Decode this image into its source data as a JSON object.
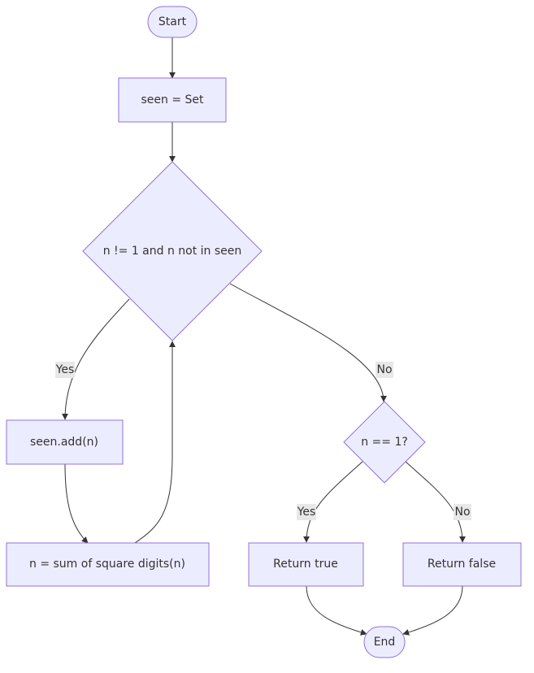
{
  "diagram": {
    "colors": {
      "node_fill": "#ececff",
      "node_stroke": "#9370db",
      "edge_stroke": "#333333",
      "text": "#333333",
      "edge_label_bg": "#e8e8e8"
    },
    "nodes": {
      "start": {
        "label": "Start",
        "shape": "stadium"
      },
      "init_set": {
        "label": "seen = Set",
        "shape": "rectangle"
      },
      "loop_condition": {
        "label": "n != 1 and n not in seen",
        "shape": "diamond"
      },
      "add_seen": {
        "label": "seen.add(n)",
        "shape": "rectangle"
      },
      "compute_next": {
        "label": "n = sum of square digits(n)",
        "shape": "rectangle"
      },
      "check_one": {
        "label": "n == 1?",
        "shape": "diamond"
      },
      "return_true": {
        "label": "Return true",
        "shape": "rectangle"
      },
      "return_false": {
        "label": "Return false",
        "shape": "rectangle"
      },
      "end": {
        "label": "End",
        "shape": "stadium"
      }
    },
    "edges": [
      {
        "from": "start",
        "to": "init_set",
        "label": ""
      },
      {
        "from": "init_set",
        "to": "loop_condition",
        "label": ""
      },
      {
        "from": "loop_condition",
        "to": "add_seen",
        "label": "Yes"
      },
      {
        "from": "loop_condition",
        "to": "check_one",
        "label": "No"
      },
      {
        "from": "add_seen",
        "to": "compute_next",
        "label": ""
      },
      {
        "from": "compute_next",
        "to": "loop_condition",
        "label": ""
      },
      {
        "from": "check_one",
        "to": "return_true",
        "label": "Yes"
      },
      {
        "from": "check_one",
        "to": "return_false",
        "label": "No"
      },
      {
        "from": "return_true",
        "to": "end",
        "label": ""
      },
      {
        "from": "return_false",
        "to": "end",
        "label": ""
      }
    ]
  }
}
